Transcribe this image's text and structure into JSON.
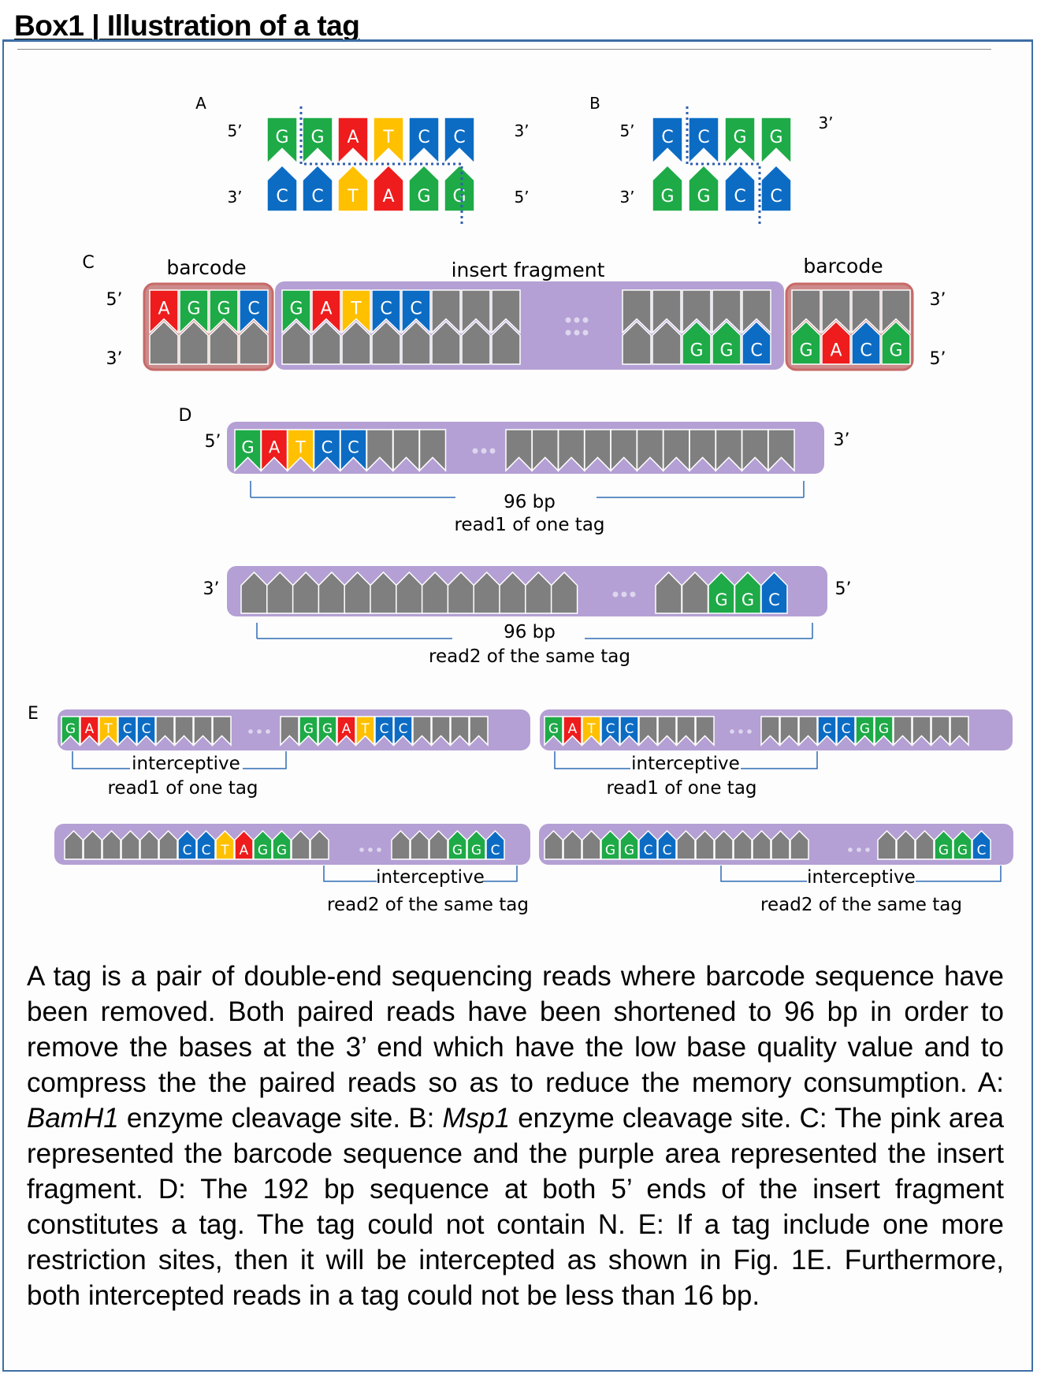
{
  "box_title": "Box1 | Illustration of a tag",
  "colors": {
    "G": "#1eaa47",
    "A": "#ee1c1c",
    "T": "#ffc000",
    "C": "#0c6cc4",
    "N": "#7f7f7f",
    "purple": "#b4a0d4",
    "pink": "#d07a78",
    "bracket": "#2f6cb3",
    "dots": "#2f5fb0"
  },
  "panels": {
    "A": {
      "label": "A",
      "top_5": "5’",
      "top_3": "3’",
      "bottom_3": "3’",
      "bottom_5": "5’",
      "top_bases": [
        "G",
        "G",
        "A",
        "T",
        "C",
        "C"
      ],
      "bottom_bases": [
        "C",
        "C",
        "T",
        "A",
        "G",
        "G"
      ]
    },
    "B": {
      "label": "B",
      "top_5": "5’",
      "top_3": "3’",
      "bottom_3": "3’",
      "top_bases": [
        "C",
        "",
        "G",
        "G"
      ],
      "bottom_bases": [
        "G",
        "G",
        "C",
        "C"
      ]
    },
    "C": {
      "label": "C",
      "left_barcode": "barcode",
      "insert": "insert fragment",
      "right_barcode": "barcode",
      "top_5": "5’",
      "bottom_3": "3’",
      "top_3": "3’",
      "bottom_5": "5’",
      "barcode_left_bases": [
        "A",
        "G",
        "G",
        "C"
      ],
      "insert_top_bases": [
        "G",
        "A",
        "T",
        "C",
        "C"
      ],
      "insert_bottom_bases": [
        "G",
        "G",
        "C"
      ],
      "barcode_right_bases": [
        "G",
        "A",
        "C",
        "G"
      ]
    },
    "D": {
      "label": "D",
      "read1_5": "5’",
      "read1_3": "3’",
      "read2_3": "3’",
      "read2_5": "5’",
      "read1_bases": [
        "G",
        "A",
        "T",
        "C",
        "C"
      ],
      "read2_bases": [
        "G",
        "G",
        "C"
      ],
      "read1_length": "96 bp",
      "read1_caption": "read1 of one tag",
      "read2_length": "96 bp",
      "read2_caption": "read2 of the same tag"
    },
    "E": {
      "label": "E",
      "left_read1_start": [
        "G",
        "A",
        "T",
        "C",
        "C"
      ],
      "left_read1_site": [
        "G",
        "G",
        "A",
        "T",
        "C",
        "C"
      ],
      "left_read2_site": [
        "C",
        "C",
        "T",
        "A",
        "G",
        "G"
      ],
      "left_read2_end": [
        "G",
        "G",
        "C"
      ],
      "right_read1_start": [
        "G",
        "A",
        "T",
        "C",
        "C"
      ],
      "right_read1_site": [
        "C",
        "C",
        "G",
        "G"
      ],
      "right_read2_site": [
        "G",
        "G",
        "C",
        "C"
      ],
      "right_read2_end": [
        "G",
        "G",
        "C"
      ],
      "intercept": "interceptive",
      "read1_caption": "read1 of one tag",
      "read2_caption": "read2 of the same tag"
    }
  },
  "caption": {
    "p1": "A tag is a pair of double-end sequencing reads where barcode sequence have been removed. Both paired reads have been shortened to 96 bp in order to remove the bases at the 3’ end which have the low base quality value and to compress the the paired reads so as to reduce the memory consumption. A: ",
    "enzyme1": "BamH1",
    "p2": " enzyme cleavage site. B: ",
    "enzyme2": "Msp1",
    "p3": " enzyme cleavage site. C: The pink area represented the barcode sequence and the purple area represented the insert fragment. D: The 192 bp sequence at both 5’ ends of the insert fragment constitutes a tag. The tag could not contain N. E: If a tag include one more restriction sites, then it will be intercepted as shown in Fig. 1E. Furthermore, both intercepted reads in a tag could not be less than 16 bp."
  }
}
